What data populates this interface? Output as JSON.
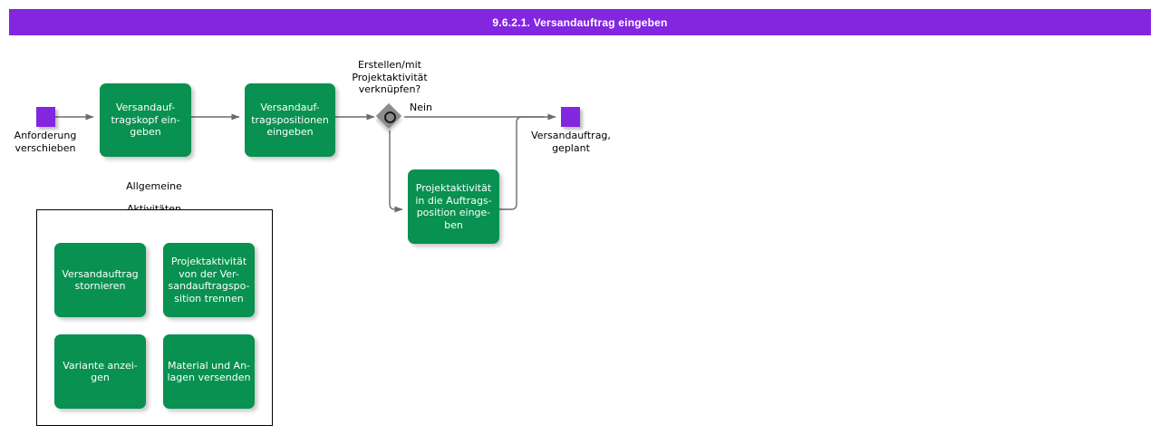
{
  "header": {
    "title": "9.6.2.1. Versandauftrag eingeben",
    "bar_color": "#8226e0",
    "text_color": "#ffffff"
  },
  "colors": {
    "task_green": "#089150",
    "event_purple": "#8226e0",
    "gateway_gray": "#8c8c8c",
    "edge_gray": "#6b6b6b",
    "border_black": "#000000",
    "page_background": "#ffffff"
  },
  "diagram": {
    "type": "bpmn-process-flow",
    "start_event": {
      "name": "start-event",
      "label": "Anforderung\nverschieben"
    },
    "end_event": {
      "name": "end-event",
      "label": "Versandauftrag,\ngeplant"
    },
    "gateway": {
      "name": "gateway-decision",
      "question": "Erstellen/mit\nProjektaktivität\nverknüpfen?",
      "branch_label": "Nein"
    },
    "tasks": [
      {
        "id": "task-1",
        "label": "Versandauf-\ntragskopf  ein-\ngeben"
      },
      {
        "id": "task-2",
        "label": "Versandauf-\ntragspositionen\neingeben"
      },
      {
        "id": "task-3",
        "label": "Projektaktivität\nin die Auftrags-\nposition einge-\nben"
      }
    ]
  },
  "group": {
    "caption": "Allgemeine\nAktivitäten",
    "activities": [
      {
        "id": "activity-1",
        "label": "Versandauftrag\nstornieren"
      },
      {
        "id": "activity-2",
        "label": "Projektaktivität\nvon  der  Ver-\nsandauftragspo-\nsition  trennen"
      },
      {
        "id": "activity-3",
        "label": "Variante anzei-\ngen"
      },
      {
        "id": "activity-4",
        "label": "Material und An-\nlagen versenden"
      }
    ]
  }
}
